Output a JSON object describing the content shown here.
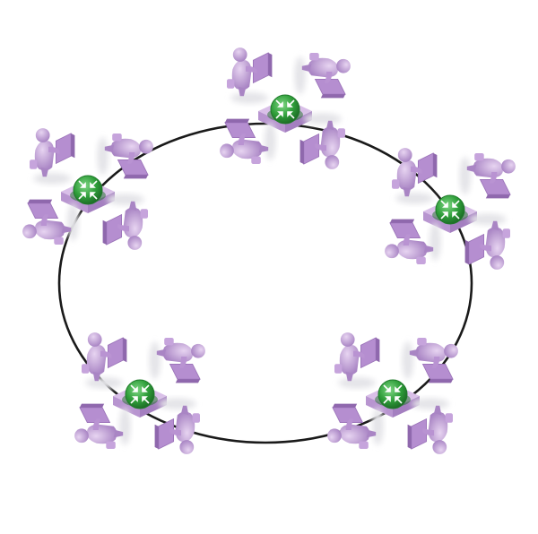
{
  "diagram": {
    "topology": "ring",
    "ring_color": "#1a1a1a",
    "router_color": "#2f9e3a",
    "router_highlight": "#67c76b",
    "workstation_color": "#c8a6dc",
    "workstation_shade": "#a57fc0",
    "monitor_color": "#b58ed0",
    "router_icon": "router-arrows-icon",
    "workstation_icon": "person-at-computer-icon",
    "clusters": [
      {
        "id": "top",
        "router": "router",
        "workstations": 4
      },
      {
        "id": "left",
        "router": "router",
        "workstations": 4
      },
      {
        "id": "right",
        "router": "router",
        "workstations": 4
      },
      {
        "id": "bottom-left",
        "router": "router",
        "workstations": 4
      },
      {
        "id": "bottom-right",
        "router": "router",
        "workstations": 4
      }
    ]
  }
}
